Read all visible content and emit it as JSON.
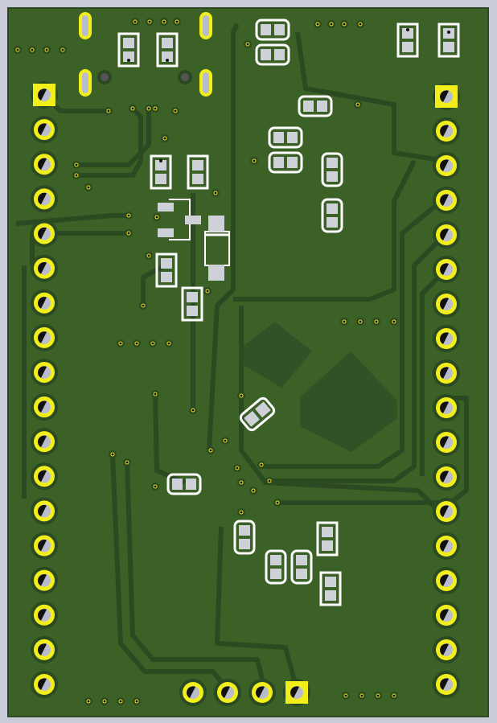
{
  "board": {
    "colors": {
      "background": "#c9cbd9",
      "substrate": "#3b6127",
      "trace": "#2b4a22",
      "copper_pour": "#2f5226",
      "pad_gold": "#f2ee1c",
      "hole": "#b8bccc",
      "smd_pad": "#cfd1d9",
      "silkscreen": "#ffffff"
    },
    "left_header_pins": 18,
    "right_header_pins": 18,
    "bottom_header_pins": 4
  }
}
